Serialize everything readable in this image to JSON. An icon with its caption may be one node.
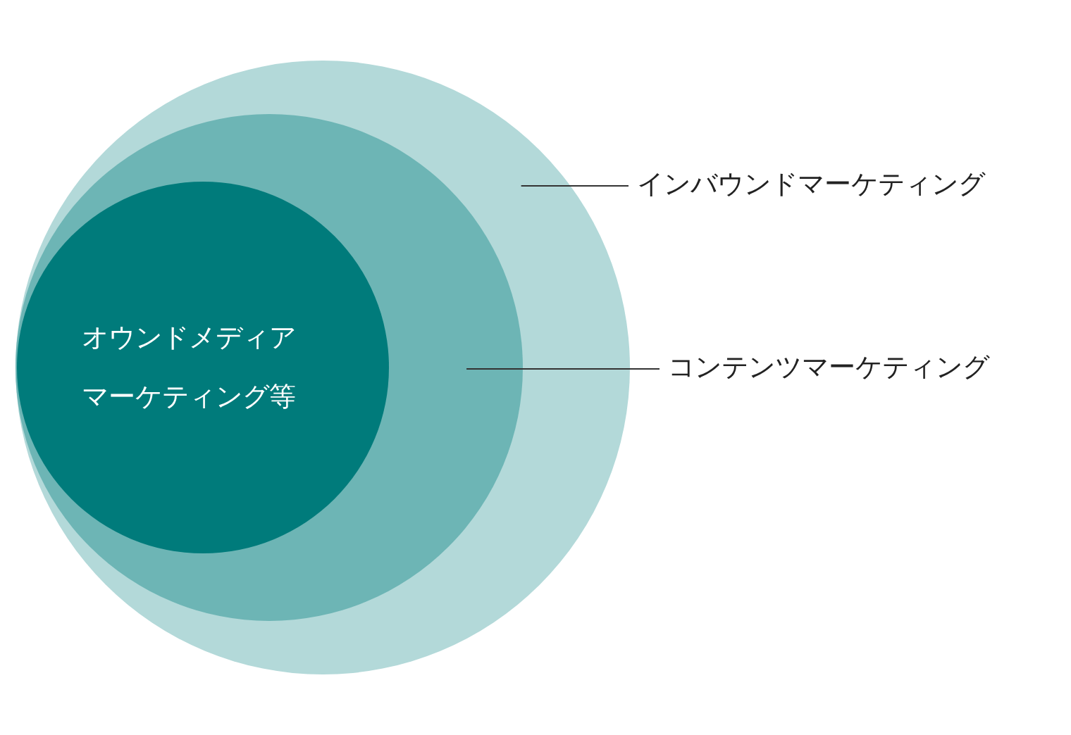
{
  "diagram": {
    "nodes": [
      {
        "text": [],
        "shape": "circle"
      },
      {
        "text": [],
        "shape": "circle",
        "in": 0
      },
      {
        "text": [
          "オウンドメディアマーケティング等"
        ],
        "in": 1
      },
      {
        "text": [
          "インバウンドマーケティング"
        ]
      },
      {
        "text": [
          "コンテンツマーケティング"
        ]
      }
    ],
    "edges": [
      {
        "from": 3,
        "to": 0,
        "arrow": "none"
      },
      {
        "from": 4,
        "to": 1,
        "arrow": "none"
      }
    ]
  }
}
